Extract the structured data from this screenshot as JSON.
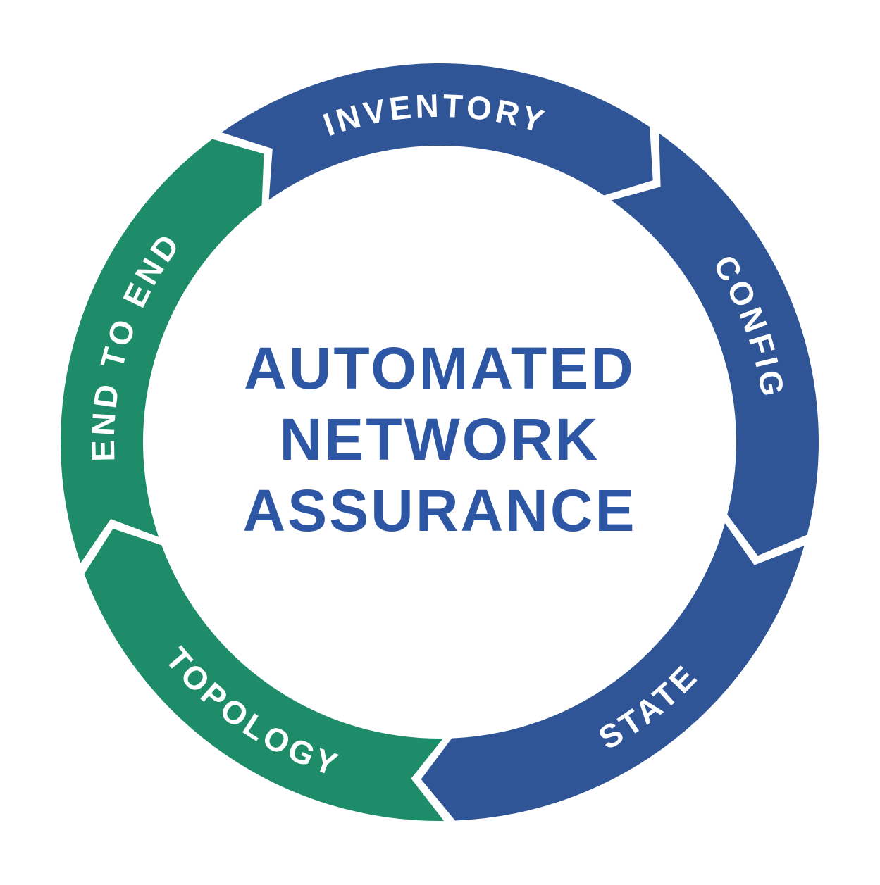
{
  "diagram": {
    "type": "cycle-ring",
    "flow_direction": "clockwise",
    "background_color": "#FFFFFF",
    "title": {
      "lines": [
        "AUTOMATED",
        "NETWORK",
        "ASSURANCE"
      ],
      "color": "#2D57A5"
    },
    "palette": {
      "blue": "#2F5597",
      "green": "#1E8C69",
      "label_text": "#FFFFFF"
    },
    "segments": [
      {
        "id": "inventory",
        "label": "INVENTORY",
        "color_key": "blue",
        "start_angle": 324.0,
        "end_angle": 394.5,
        "label_orientation": "outer"
      },
      {
        "id": "config",
        "label": "CONFIG",
        "color_key": "blue",
        "start_angle": 34.5,
        "end_angle": 105.0,
        "label_orientation": "outer"
      },
      {
        "id": "state",
        "label": "STATE",
        "color_key": "blue",
        "start_angle": 105.0,
        "end_angle": 178.5,
        "label_orientation": "inner"
      },
      {
        "id": "topology",
        "label": "TOPOLOGY",
        "color_key": "green",
        "start_angle": 178.5,
        "end_angle": 250.5,
        "label_orientation": "inner"
      },
      {
        "id": "end-to-end",
        "label": "END TO END",
        "color_key": "green",
        "start_angle": 250.5,
        "end_angle": 324.0,
        "label_orientation": "outer"
      }
    ]
  }
}
